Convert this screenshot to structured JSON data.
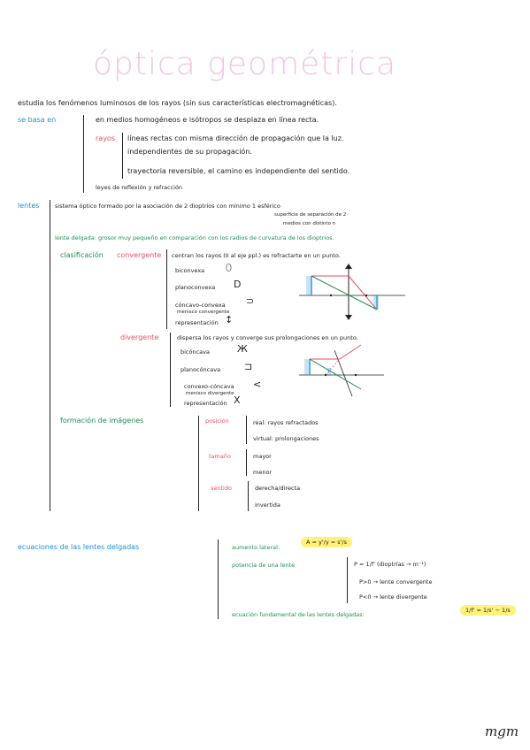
{
  "title": "óptica geométrica",
  "intro": "estudia los fenómenos luminosos de los rayos (sin sus características electromagnéticas).",
  "se_basa": {
    "label": "se basa en",
    "medios": "en medios homogéneos e isótropos se desplaza en línea recta.",
    "rayos_label": "rayos",
    "rayos_1": "líneas rectas con misma dirección de propagación que la luz.",
    "rayos_2": "independientes de su propagación.",
    "rayos_3": "trayectoria reversible, el camino es independiente del sentido.",
    "leyes": "leyes de reflexión y refracción"
  },
  "lentes": {
    "label": "lentes",
    "definicion": "sistema óptico formado por la asociación de 2 dioptrios con mínimo 1 esférico",
    "note_1": "superficie de separación de 2",
    "note_2": "medios con distinto n",
    "delgada": "lente delgada: grosor muy pequeño en comparación con los radios de curvatura de los dioptrios.",
    "clasificacion_label": "clasificación",
    "convergente_label": "convergente",
    "convergente_desc": "centran los rayos (II al eje ppl.) es refractarte en un punto.",
    "conv_items": [
      "biconvexa",
      "planoconvexa",
      "cóncavo-convexa",
      "representación"
    ],
    "conv_sub": "menisco convergente",
    "divergente_label": "divergente",
    "divergente_desc": "dispersa los rayos y converge sus prolongaciones en un punto.",
    "div_items": [
      "bicóncava",
      "planocóncava",
      "convexo-cóncava",
      "representación"
    ],
    "div_sub": "menisco divergente",
    "formacion_label": "formación de imágenes",
    "posicion_label": "posición",
    "posicion_1": "real: rayos refractados",
    "posicion_2": "virtual: prolongaciones",
    "tamano_label": "tamaño",
    "tamano_1": "mayor",
    "tamano_2": "menor",
    "sentido_label": "sentido",
    "sentido_1": "derecha/directa",
    "sentido_2": "invertida"
  },
  "ecuaciones": {
    "label": "ecuaciones de las lentes delgadas",
    "aumento_label": "aumento lateral:",
    "aumento_formula": "A = y'/y = s'/s",
    "potencia_label": "potencia de una lente",
    "potencia_formula": "P = 1/f' (dioptrías → m⁻¹)",
    "p_pos": "P>0 → lente convergente",
    "p_neg": "P<0 → lente divergente",
    "fundamental_label": "ecuación fundamental de las lentes delgadas:",
    "fundamental_formula": "1/f' = 1/s' − 1/s"
  },
  "signature": "mgm",
  "colors": {
    "blue": "#1f8fd6",
    "green": "#1d8f4e",
    "red": "#ec4f5c",
    "pink": "#f5c6e3",
    "yellow": "#fff27a"
  }
}
